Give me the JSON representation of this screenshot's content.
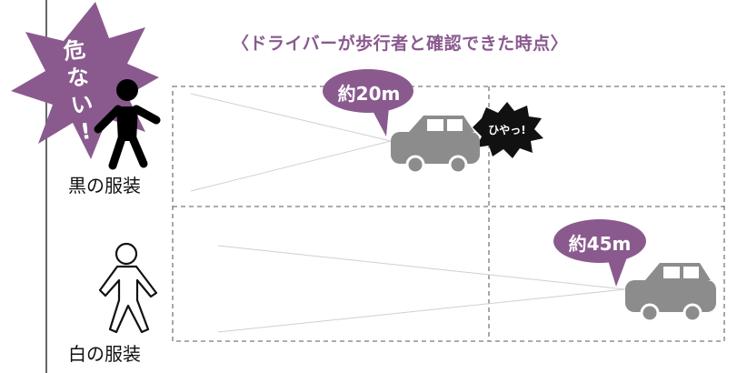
{
  "title": "〈ドライバーが歩行者と確認できた時点〉",
  "warning": {
    "lines": [
      "危",
      "な",
      "い",
      "!"
    ]
  },
  "scenarios": [
    {
      "label": "黒の服装",
      "distance": "約20m",
      "reaction": "ひやっ!"
    },
    {
      "label": "白の服装",
      "distance": "約45m"
    }
  ],
  "colors": {
    "accent": "#8a5a8f",
    "car": "#8c8c8c",
    "grid": "#7a7a7a",
    "black_figure": "#000000"
  },
  "icons": [
    "warning-star-icon",
    "pedestrian-black-icon",
    "pedestrian-white-icon",
    "car-icon",
    "speech-bubble-icon",
    "surprise-burst-icon"
  ]
}
